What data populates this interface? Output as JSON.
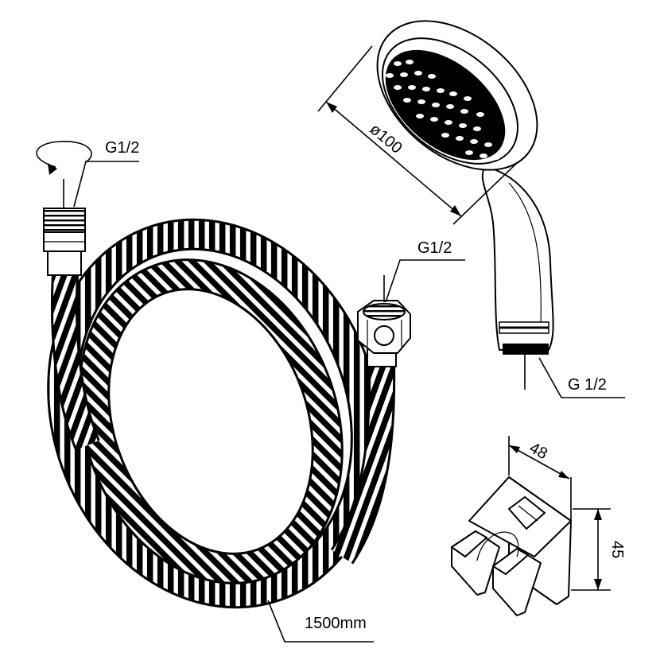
{
  "labels": {
    "hose_inlet_thread": "G1/2",
    "hose_outlet_thread": "G1/2",
    "handshower_thread": "G 1/2",
    "handshower_diameter": "ø100",
    "bracket_width": "48",
    "bracket_height": "45",
    "hose_length": "1500mm"
  }
}
